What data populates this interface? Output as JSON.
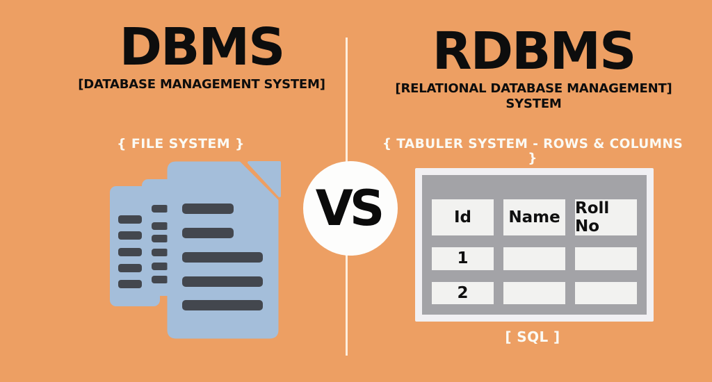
{
  "colors": {
    "background": "#ED9F63",
    "text_dark": "#0D0D0D",
    "text_light": "#FBFAF4",
    "document_blue": "#A4BEDA",
    "document_line": "#43474E",
    "table_frame": "#F1F0F3",
    "table_panel": "#A3A3A7",
    "table_cell": "#F2F2F0",
    "vs_circle": "#FDFDFC"
  },
  "icons": {
    "left_illustration": "stacked-documents-icon",
    "right_illustration": "database-table-icon"
  },
  "left": {
    "title": "DBMS",
    "subtitle": "[DATABASE MANAGEMENT SYSTEM]",
    "label": "{ FILE SYSTEM }"
  },
  "center": {
    "vs": "VS"
  },
  "right": {
    "title": "RDBMS",
    "subtitle_line1": "[RELATIONAL DATABASE MANAGEMENT]",
    "subtitle_line2": "SYSTEM",
    "label": "{ TABULER SYSTEM - ROWS & COLUMNS }",
    "table": {
      "headers": [
        "Id",
        "Name",
        "Roll No"
      ],
      "rows": [
        [
          "1",
          "",
          ""
        ],
        [
          "2",
          "",
          ""
        ]
      ]
    },
    "footer_label": "[ SQL ]"
  }
}
